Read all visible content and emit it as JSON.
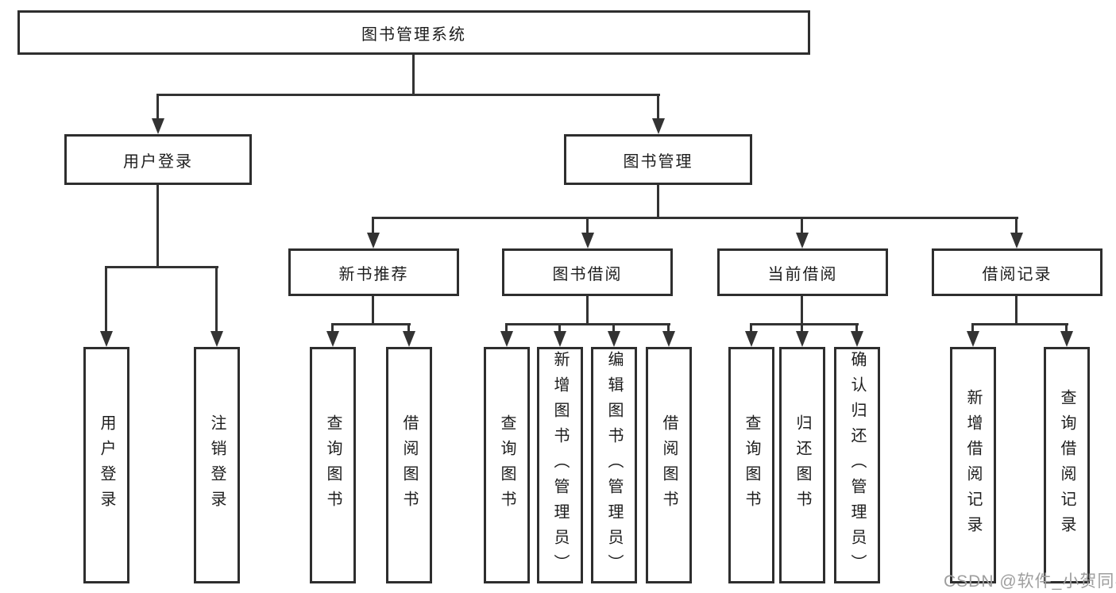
{
  "tree": {
    "label": "图书管理系统",
    "children": [
      {
        "label": "用户登录",
        "children": [
          {
            "label": "用户登录"
          },
          {
            "label": "注销登录"
          }
        ]
      },
      {
        "label": "图书管理",
        "children": [
          {
            "label": "新书推荐",
            "children": [
              {
                "label": "查询图书"
              },
              {
                "label": "借阅图书"
              }
            ]
          },
          {
            "label": "图书借阅",
            "children": [
              {
                "label": "查询图书"
              },
              {
                "label": "新增图书（管理员）"
              },
              {
                "label": "编辑图书（管理员）"
              },
              {
                "label": "借阅图书"
              }
            ]
          },
          {
            "label": "当前借阅",
            "children": [
              {
                "label": "查询图书"
              },
              {
                "label": "归还图书"
              },
              {
                "label": "确认归还（管理员）"
              }
            ]
          },
          {
            "label": "借阅记录",
            "children": [
              {
                "label": "新增借阅记录"
              },
              {
                "label": "查询借阅记录"
              }
            ]
          }
        ]
      }
    ]
  },
  "watermark": {
    "text": "CSDN @软件_小贺同学"
  },
  "colors": {
    "background": "#ffffff",
    "line": "#333333",
    "box_border": "#2e2e2e",
    "text": "#1d1d1d",
    "watermark": "#9e9e9e"
  }
}
